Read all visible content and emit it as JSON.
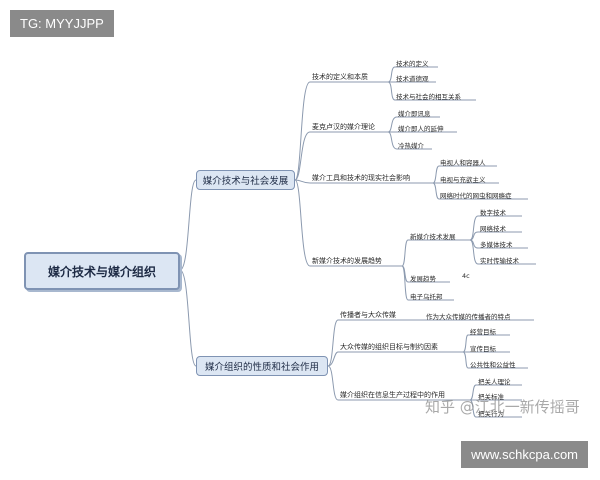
{
  "overlays": {
    "top_left_tag": "TG: MYYJJPP",
    "bottom_right_tag": "www.schkcpa.com",
    "watermark": "知乎 @江北一新传摇哥"
  },
  "mindmap": {
    "root": "媒介技术与媒介组织",
    "branch1": {
      "title": "媒介技术与社会发展",
      "t1": {
        "label": "技术的定义和本质",
        "items": [
          "技术的定义",
          "技术道德观",
          "技术与社会的相互关系"
        ]
      },
      "t2": {
        "label": "麦克卢汉的媒介理论",
        "items": [
          "媒介即讯息",
          "媒介即人的延伸",
          "冷热媒介"
        ]
      },
      "t3": {
        "label": "媒介工具和技术的现实社会影响",
        "items": [
          "电视人和容器人",
          "电视与充欲主义",
          "网络时代的网虫和网瘾症"
        ]
      },
      "t4": {
        "label": "新媒介技术的发展趋势",
        "sub1": {
          "label": "新媒介技术发展",
          "items": [
            "数字技术",
            "网络技术",
            "多媒体技术",
            "实时传输技术"
          ]
        },
        "sub2": {
          "label": "发展趋势",
          "extra": "4c"
        },
        "sub3": {
          "label": "电子乌托邦"
        }
      }
    },
    "branch2": {
      "title": "媒介组织的性质和社会作用",
      "t1": {
        "label": "传播者与大众传媒",
        "detail": "作为大众传媒的传播者的特点"
      },
      "t2": {
        "label": "大众传媒的组织目标与制约因素",
        "items": [
          "经营目标",
          "宣传目标",
          "公共性和公益性"
        ]
      },
      "t3": {
        "label": "媒介组织在信息生产过程中的作用",
        "items": [
          "把关人理论",
          "把关标准",
          "把关行为"
        ]
      }
    }
  }
}
